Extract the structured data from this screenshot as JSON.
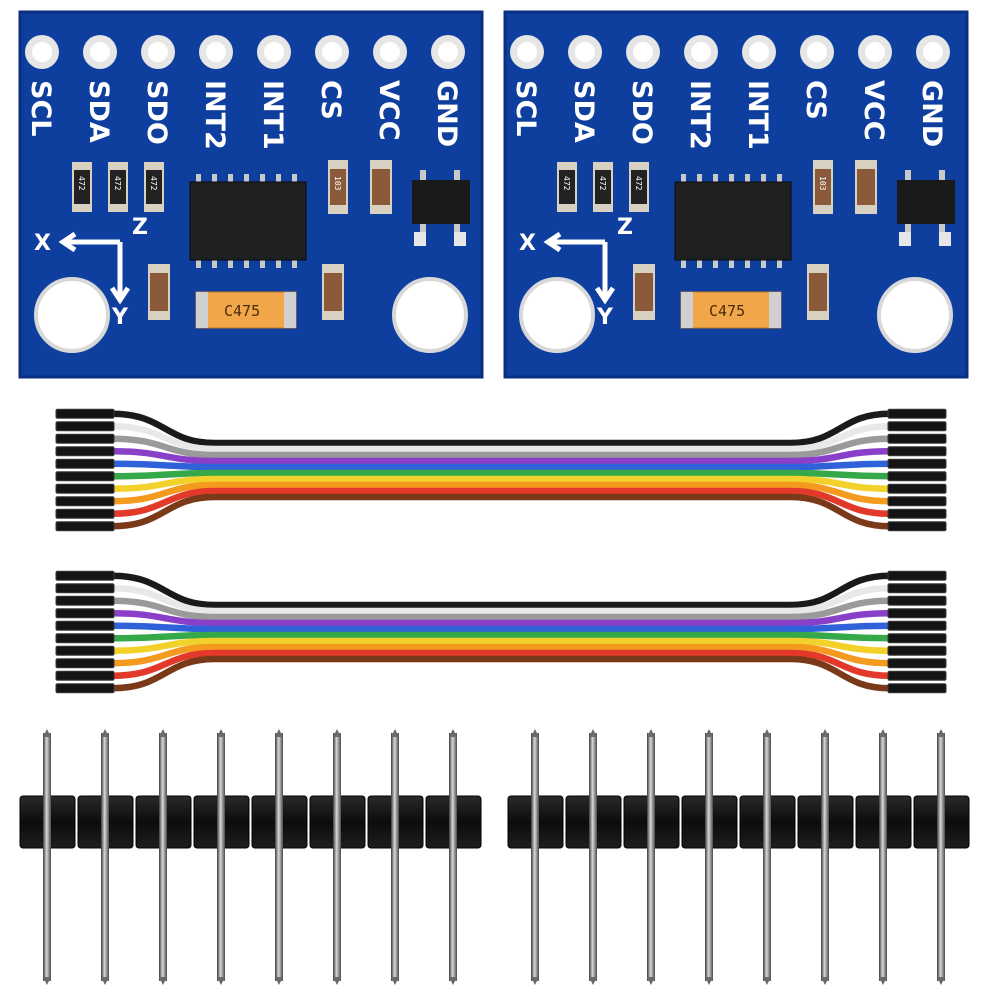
{
  "boards": [
    {
      "pins": [
        "SCL",
        "SDA",
        "SDO",
        "INT2",
        "INT1",
        "CS",
        "VCC",
        "GND"
      ],
      "axes": [
        "X",
        "Z",
        "Y"
      ],
      "resistor_code": "472",
      "cap_code": "103",
      "tantalum_code": "C475"
    },
    {
      "pins": [
        "SCL",
        "SDA",
        "SDO",
        "INT2",
        "INT1",
        "CS",
        "VCC",
        "GND"
      ],
      "axes": [
        "X",
        "Z",
        "Y"
      ],
      "resistor_code": "472",
      "cap_code": "103",
      "tantalum_code": "C475"
    }
  ],
  "jumper_cables": {
    "count": 2,
    "wire_colors": [
      "#1a1a1a",
      "#e8e8e8",
      "#9a9a9a",
      "#8a3fc9",
      "#2f62d8",
      "#35a84a",
      "#f2d22a",
      "#f39a1f",
      "#e2392a",
      "#7a3a1a"
    ]
  },
  "pin_headers": {
    "count": 2,
    "pins_per_header": 8
  },
  "colors": {
    "pcb": "#0f3f9e",
    "pcb_edge": "#0b2f80",
    "tantalum": "#f2a64a",
    "header_plastic": "#101010"
  }
}
